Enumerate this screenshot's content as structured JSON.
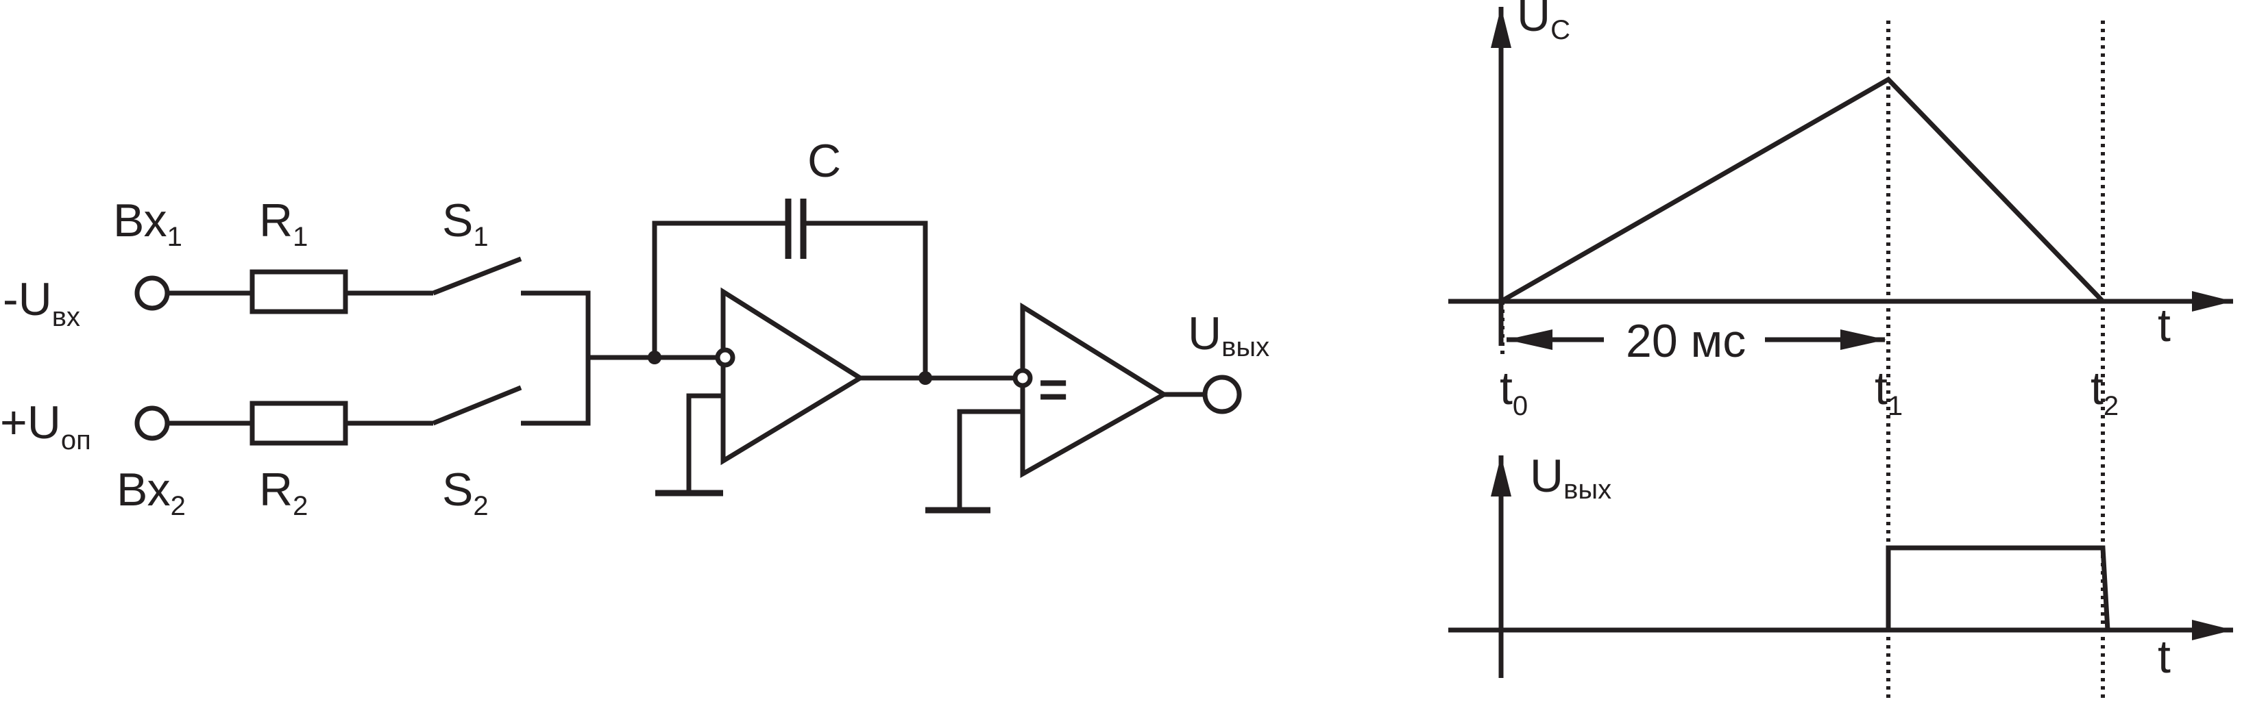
{
  "circuit": {
    "input1": {
      "name": "Вх",
      "index": "1"
    },
    "input2": {
      "name": "Вх",
      "index": "2"
    },
    "signal_in": {
      "prefix": "-U",
      "sub": "вх"
    },
    "signal_ref": {
      "prefix": "+U",
      "sub": "оп"
    },
    "resistor1": {
      "name": "R",
      "index": "1"
    },
    "resistor2": {
      "name": "R",
      "index": "2"
    },
    "switch1": {
      "name": "S",
      "index": "1"
    },
    "switch2": {
      "name": "S",
      "index": "2"
    },
    "capacitor": "C",
    "comparator_symbol": "=",
    "output": {
      "prefix": "U",
      "sub": "вых"
    }
  },
  "timing": {
    "top": {
      "ylabel": {
        "prefix": "U",
        "sub": "C"
      },
      "xlabel": "t",
      "interval_label": "20 мс",
      "ticks": [
        {
          "name": "t",
          "index": "0"
        },
        {
          "name": "t",
          "index": "1"
        },
        {
          "name": "t",
          "index": "2"
        }
      ]
    },
    "bottom": {
      "ylabel": {
        "prefix": "U",
        "sub": "вых"
      },
      "xlabel": "t"
    }
  }
}
